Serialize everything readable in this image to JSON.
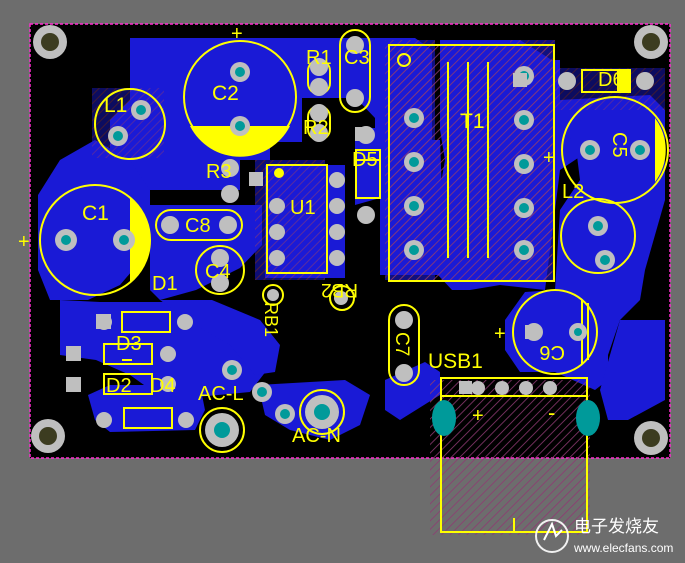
{
  "colors": {
    "background": "#6d6d6d",
    "board": "#000000",
    "copper": "#1a1ad6",
    "silk": "#ffff00",
    "pad": "#bfbfbf",
    "via": "#009a9a",
    "mask_hatch": "#8e3a72",
    "outline": "#ff2bd0"
  },
  "labels": {
    "L1": "L1",
    "C2": "C2",
    "R1": "R1",
    "C3": "C3",
    "R2": "R2",
    "T1": "T1",
    "D6": "D6",
    "C5": "C5",
    "R3": "R3",
    "D5": "D5",
    "U1": "U1",
    "C1": "C1",
    "C8": "C8",
    "L2": "L2",
    "C4": "C4",
    "D1": "D1",
    "RB2": "RB2",
    "RB1": "RB1",
    "C7": "C7",
    "C6": "C6",
    "D3": "D3",
    "USB1": "USB1",
    "D2": "D2",
    "D4": "D4",
    "AC_L": "AC-L",
    "AC_N": "AC-N",
    "usb_plus": "+",
    "usb_minus": "-",
    "c1_plus": "+",
    "c2_plus": "+",
    "c5_plus": "+",
    "c6_plus": "+"
  },
  "watermark": {
    "title": "电子发烧友",
    "url": "www.elecfans.com"
  }
}
